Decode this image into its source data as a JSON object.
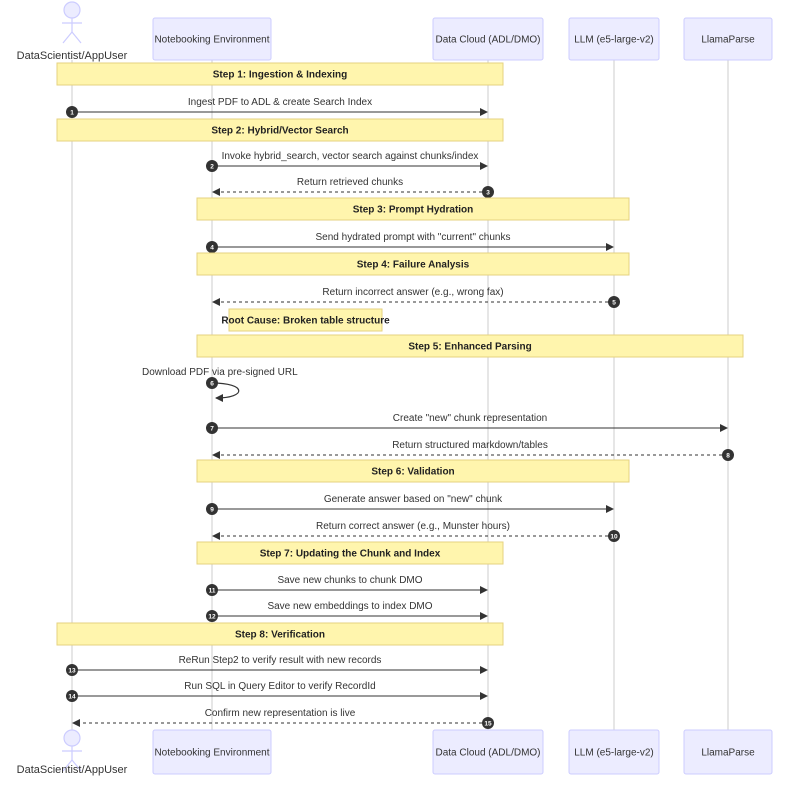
{
  "participants": [
    {
      "id": "user",
      "label": "DataScientist/AppUser",
      "kind": "actor"
    },
    {
      "id": "nb",
      "label": "Notebooking Environment",
      "kind": "box"
    },
    {
      "id": "dc",
      "label": "Data Cloud (ADL/DMO)",
      "kind": "box"
    },
    {
      "id": "llm",
      "label": "LLM (e5-large-v2)",
      "kind": "box"
    },
    {
      "id": "lp",
      "label": "LlamaParse",
      "kind": "box"
    }
  ],
  "events": [
    {
      "type": "note",
      "from": "user",
      "to": "dc",
      "text": "Step 1: Ingestion & Indexing",
      "bold": true
    },
    {
      "type": "msg",
      "from": "user",
      "to": "dc",
      "text": "Ingest PDF to ADL & create Search Index",
      "num": "1",
      "dashed": false
    },
    {
      "type": "note",
      "from": "user",
      "to": "dc",
      "text": "Step 2: Hybrid/Vector Search",
      "bold": true
    },
    {
      "type": "msg",
      "from": "nb",
      "to": "dc",
      "text": "Invoke hybrid_search, vector search against chunks/index",
      "num": "2",
      "dashed": false
    },
    {
      "type": "msg",
      "from": "dc",
      "to": "nb",
      "text": "Return retrieved chunks",
      "num": "3",
      "dashed": true
    },
    {
      "type": "note",
      "from": "nb",
      "to": "llm",
      "text": "Step 3: Prompt Hydration",
      "bold": true
    },
    {
      "type": "msg",
      "from": "nb",
      "to": "llm",
      "text": "Send hydrated prompt with \"current\" chunks",
      "num": "4",
      "dashed": false
    },
    {
      "type": "note",
      "from": "nb",
      "to": "llm",
      "text": "Step 4: Failure Analysis",
      "bold": true
    },
    {
      "type": "msg",
      "from": "llm",
      "to": "nb",
      "text": "Return incorrect answer (e.g., wrong fax)",
      "num": "5",
      "dashed": true
    },
    {
      "type": "note",
      "from": "nb",
      "to": "nb",
      "text": "Root Cause: Broken table structure",
      "bold": true,
      "rightOf": true
    },
    {
      "type": "note",
      "from": "nb",
      "to": "lp",
      "text": "Step 5: Enhanced Parsing",
      "bold": true
    },
    {
      "type": "self",
      "from": "nb",
      "to": "nb",
      "text": "Download PDF via pre-signed URL",
      "num": "6"
    },
    {
      "type": "msg",
      "from": "nb",
      "to": "lp",
      "text": "Create \"new\" chunk representation",
      "num": "7",
      "dashed": false
    },
    {
      "type": "msg",
      "from": "lp",
      "to": "nb",
      "text": "Return structured markdown/tables",
      "num": "8",
      "dashed": true
    },
    {
      "type": "note",
      "from": "nb",
      "to": "llm",
      "text": "Step 6: Validation",
      "bold": true
    },
    {
      "type": "msg",
      "from": "nb",
      "to": "llm",
      "text": "Generate answer based on \"new\" chunk",
      "num": "9",
      "dashed": false
    },
    {
      "type": "msg",
      "from": "llm",
      "to": "nb",
      "text": "Return correct answer (e.g., Munster hours)",
      "num": "10",
      "dashed": true
    },
    {
      "type": "note",
      "from": "nb",
      "to": "dc",
      "text": "Step 7: Updating the Chunk and Index",
      "bold": true
    },
    {
      "type": "msg",
      "from": "nb",
      "to": "dc",
      "text": "Save new chunks to chunk DMO",
      "num": "11",
      "dashed": false
    },
    {
      "type": "msg",
      "from": "nb",
      "to": "dc",
      "text": "Save new embeddings to index DMO",
      "num": "12",
      "dashed": false
    },
    {
      "type": "note",
      "from": "user",
      "to": "dc",
      "text": "Step 8: Verification",
      "bold": true
    },
    {
      "type": "msg",
      "from": "user",
      "to": "dc",
      "text": "ReRun Step2 to verify result with new records",
      "num": "13",
      "dashed": false
    },
    {
      "type": "msg",
      "from": "user",
      "to": "dc",
      "text": "Run SQL in Query Editor to verify RecordId",
      "num": "14",
      "dashed": false
    },
    {
      "type": "msg",
      "from": "dc",
      "to": "user",
      "text": "Confirm new representation is live",
      "num": "15",
      "dashed": true
    }
  ],
  "colors": {
    "participant_fill": "#ECECFF",
    "participant_stroke": "#CCCCFF",
    "lifeline": "#CCCCCC",
    "note_fill": "#FFF5AD",
    "note_stroke": "#E6D280",
    "arrow": "#333333",
    "badge": "#333333"
  }
}
